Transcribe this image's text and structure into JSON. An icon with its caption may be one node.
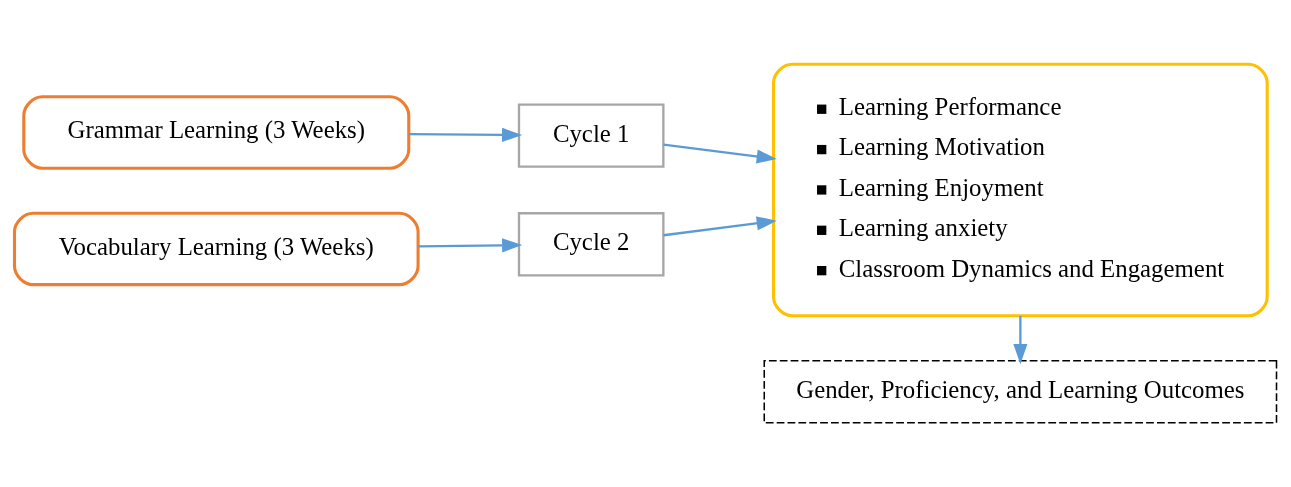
{
  "diagram": {
    "nodes": [
      {
        "text": [
          "Grammar Learning (3 Weeks)"
        ]
      },
      {
        "text": [
          "Vocabulary Learning (3 Weeks)"
        ]
      },
      {
        "text": [
          "Cycle 1"
        ]
      },
      {
        "text": [
          "Cycle 2"
        ]
      },
      {
        "text": [
          "Learning Performance",
          "Learning Motivation",
          "Learning Enjoyment",
          "Learning anxiety",
          "Classroom Dynamics and Engagement"
        ]
      },
      {
        "text": [
          "Gender, Proficiency, and Learning Outcomes"
        ]
      }
    ],
    "edges": [
      {
        "from": 0,
        "to": 2,
        "arrow": "to"
      },
      {
        "from": 1,
        "to": 3,
        "arrow": "to"
      },
      {
        "from": 2,
        "to": 4,
        "arrow": "to"
      },
      {
        "from": 3,
        "to": 4,
        "arrow": "to"
      },
      {
        "from": 4,
        "to": 5,
        "arrow": "to"
      }
    ]
  }
}
